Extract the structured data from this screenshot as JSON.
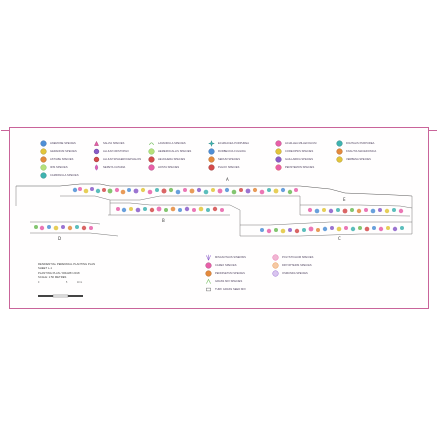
{
  "legend_top": {
    "col1": [
      "ANEMONE SPECIES",
      "GERANIUM SPECIES",
      "ASTILBE SPECIES",
      "IRIS SPECIES",
      "CAMPANULA SPECIES"
    ],
    "col2": [
      "SALVIA SPECIES",
      "ALLIUM CRISTOPHII",
      "ALLIUM SPHAEROCEPHALON",
      "NEPETA CATARIA"
    ],
    "col3": [
      "LAVANDULA SPECIES",
      "HEMEROCALLIS SPECIES",
      "HEUCHERA SPECIES",
      "HOSTA SPECIES"
    ],
    "col4": [
      "ECHINACEA PURPUREA",
      "RUDBECKIA FULGIDA",
      "SEDUM SPECIES",
      "PHLOX SPECIES"
    ],
    "col5": [
      "ACHILLEA MILLEFOLIUM",
      "COREOPSIS SPECIES",
      "GAILLARDIA SPECIES",
      "PENSTEMON SPECIES"
    ],
    "col6": [
      "DIGITALIS PURPUREA",
      "KNAUTIA MACEDONICA",
      "VERBENA SPECIES"
    ]
  },
  "legend_bottom": {
    "left": [
      "MISCANTHUS SINENSIS",
      "CAREX SPECIES",
      "PENNISETUM SPECIES",
      "GRASS MIX SPECIES",
      "TURF GRASS SEED MIX"
    ],
    "right": [
      "POLYSTICHUM SPECIES",
      "DRYOPTERIS SPECIES",
      "OSMUNDA SPECIES"
    ]
  },
  "section_labels": {
    "a": "A",
    "b": "B",
    "c": "C",
    "d": "D",
    "e": "E"
  },
  "title_block": {
    "line1": "RESIDENTIAL PERENNIAL PLANTING PLAN",
    "line2": "SHEET L-1",
    "line3": "PLANTING PLAN / DRAWN 2018",
    "line4": "SCALE: 1:50 METRES"
  },
  "scale_bar": {
    "start": "0",
    "mid": "5",
    "end": "10 m"
  },
  "colors": {
    "border": "#c9649a",
    "pink": "#e85fa8",
    "purple": "#8a5cc9",
    "blue": "#4f8fd6",
    "teal": "#3fb3b0",
    "green": "#6dbb57",
    "yellow": "#e2c53b",
    "orange": "#e48a3c",
    "red": "#d44a4a",
    "line": "#555555"
  }
}
